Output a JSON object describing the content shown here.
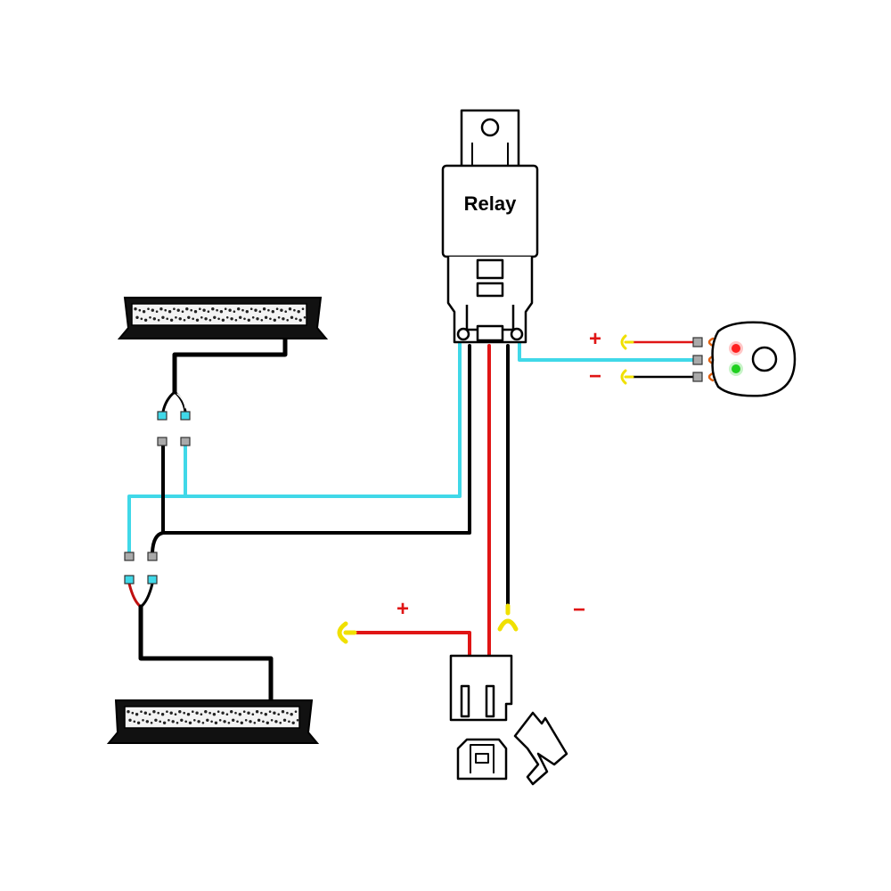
{
  "relay": {
    "label": "Relay"
  },
  "switch_polarity": {
    "positive": "+",
    "negative": "−"
  },
  "power_polarity": {
    "positive": "+",
    "negative": "−"
  },
  "colors": {
    "trigger_wire": "#40d8e8",
    "power_wire": "#e01515",
    "ground_wire": "#000000",
    "ring_terminal": "#f0e000",
    "plus_sign": "#e01515",
    "led_red": "#ff2020",
    "led_green": "#20d020",
    "switch_terminal_fork": "#e06010"
  },
  "components": [
    "light-bar-top",
    "light-bar-bottom",
    "relay",
    "switch",
    "fuse-holder"
  ]
}
